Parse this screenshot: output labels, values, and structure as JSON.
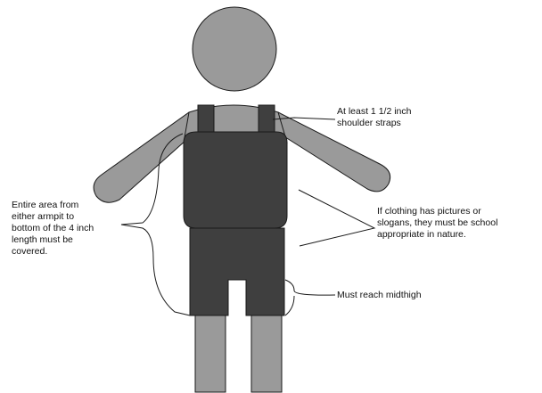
{
  "annotations": {
    "shoulder_straps": "At least 1 1/2 inch\nshoulder straps",
    "armpit_coverage": "Entire area from\neither armpit to\nbottom of the  4 inch\nlength must be\ncovered.",
    "pictures_slogans": "If clothing has pictures or\nslogans, they must be school\nappropriate in nature.",
    "midthigh": "Must reach midthigh"
  },
  "colors": {
    "skin": "#9a9a9a",
    "clothing": "#3f3f3f",
    "outline": "#1a1a1a",
    "leader_line": "#1a1a1a",
    "background": "#ffffff"
  }
}
